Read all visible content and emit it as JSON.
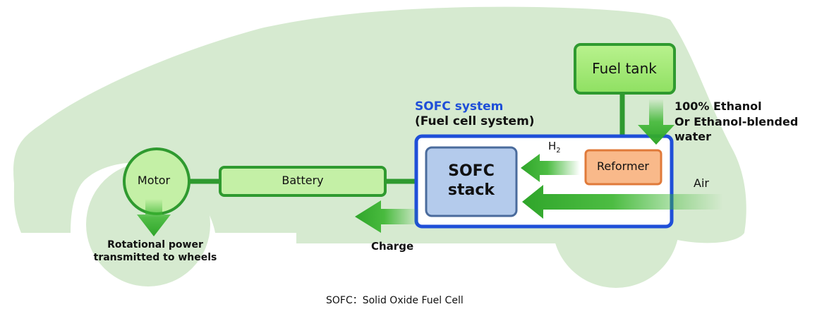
{
  "sofc_system": {
    "title": "SOFC system",
    "subtitle": "(Fuel cell system)"
  },
  "nodes": {
    "fuel_tank": "Fuel tank",
    "reformer": "Reformer",
    "sofc_stack_line1": "SOFC",
    "sofc_stack_line2": "stack",
    "battery": "Battery",
    "motor": "Motor"
  },
  "flows": {
    "h2_main": "H",
    "h2_sub": "2",
    "air": "Air",
    "charge": "Charge",
    "fuel_line1": "100% Ethanol",
    "fuel_line2": "Or Ethanol-blended",
    "fuel_line3": "water",
    "output_line1": "Rotational power",
    "output_line2": "transmitted to wheels"
  },
  "footnote": "SOFC：Solid Oxide Fuel Cell",
  "colors": {
    "car_body": "#d6ead0",
    "green_box": "#a6ec7c",
    "green_border": "#2f9a2f",
    "arrow_green": "#39b52e",
    "reformer_fill": "#f9b98a",
    "reformer_border": "#e07a3a",
    "stack_fill": "#b4cbec",
    "stack_border": "#4a6b9c",
    "system_border": "#1f4fd8",
    "system_title": "#1f4fd8"
  }
}
